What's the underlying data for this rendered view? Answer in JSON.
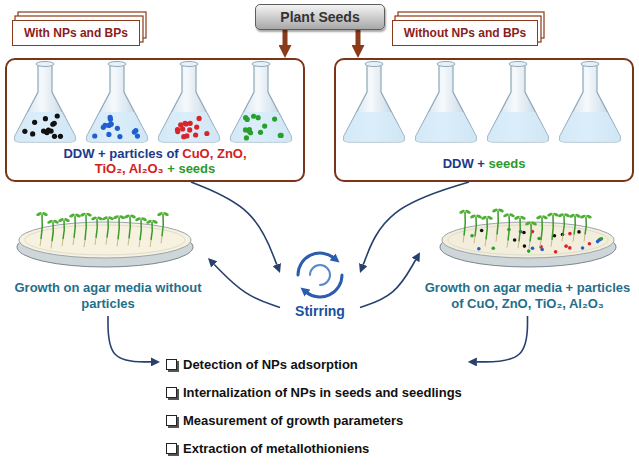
{
  "diagram": {
    "nodes": [
      {
        "text": [
          "Plant Seeds"
        ]
      },
      {
        "text": [
          "With NPs and BPs"
        ]
      },
      {
        "text": [
          "DDW + particles of",
          "CuO, ZnO, TiO₂, Al₂O₃",
          "+ seeds"
        ]
      },
      {
        "text": [
          "Without NPs and BPs"
        ]
      },
      {
        "text": [
          "DDW +",
          "seeds"
        ]
      },
      {
        "text": [
          "Stirring"
        ]
      },
      {
        "text": [
          "Growth on agar media without particles"
        ]
      },
      {
        "text": [
          "Growth on agar media + particles of CuO, ZnO, TiO₂, Al₂O₃"
        ]
      },
      {
        "text": [
          "Detection of NPs adsorption",
          "Internalization of NPs in seeds and seedlings",
          "Measurement of growth parameters",
          "Extraction of metallothioniens"
        ]
      }
    ],
    "edges": [
      {
        "from": 0,
        "to": 2,
        "arrow": "to"
      },
      {
        "from": 0,
        "to": 4,
        "arrow": "to"
      },
      {
        "from": 2,
        "to": 5,
        "arrow": "to"
      },
      {
        "from": 4,
        "to": 5,
        "arrow": "to"
      },
      {
        "from": 5,
        "to": 6,
        "arrow": "to"
      },
      {
        "from": 5,
        "to": 7,
        "arrow": "to"
      },
      {
        "from": 6,
        "to": 8,
        "arrow": "to"
      },
      {
        "from": 7,
        "to": 8,
        "arrow": "to"
      }
    ]
  }
}
